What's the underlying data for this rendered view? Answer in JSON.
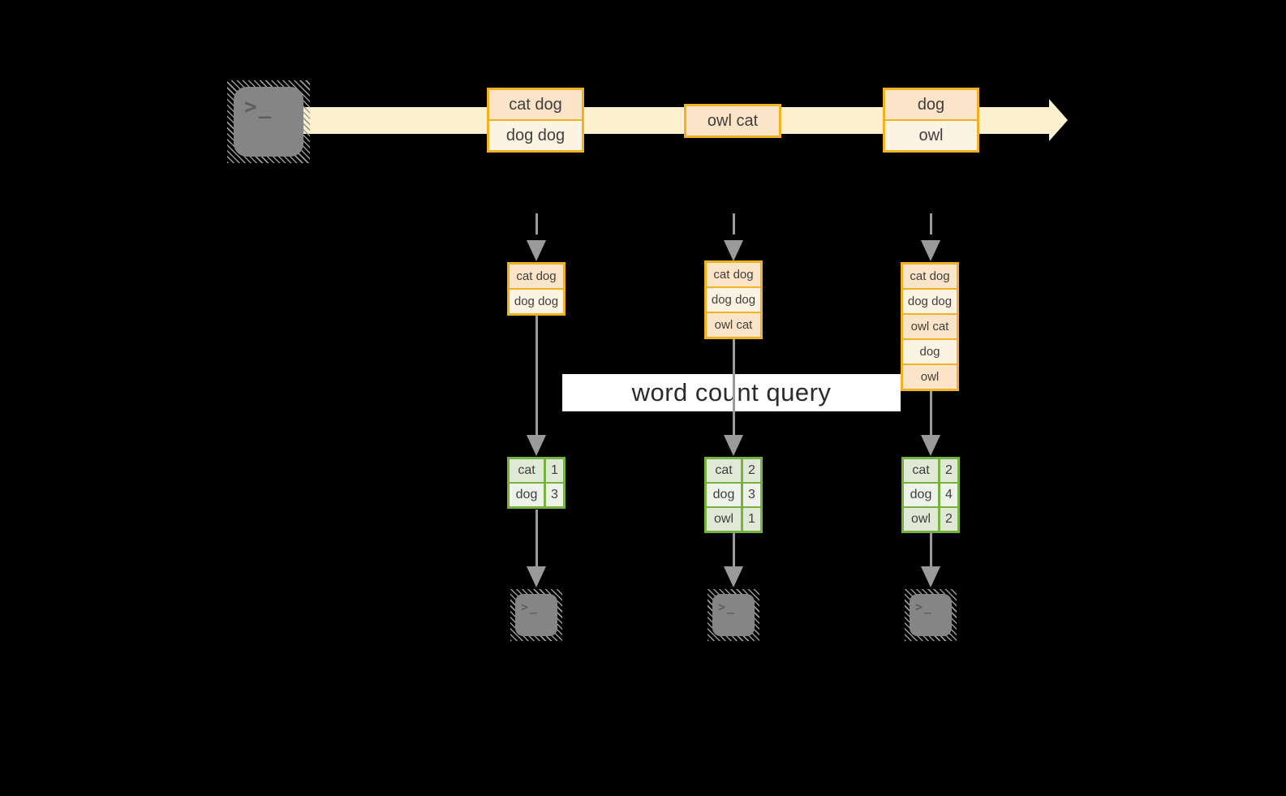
{
  "colors": {
    "background": "#000000",
    "stream_fill": "#fcf1cf",
    "box_border": "#f0b224",
    "box_fill_dark": "#fbe4c7",
    "box_fill_light": "#fdf3e3",
    "table_border": "#77b23f",
    "table_fill_dark": "#dfe9d6",
    "table_fill_light": "#eef3ea",
    "arrow": "#9a9a9a",
    "terminal_fill": "#858585",
    "query_band_bg": "#ffffff",
    "text": "#3f3f3f"
  },
  "stream": {
    "batches": [
      {
        "rows": [
          "cat dog",
          "dog dog"
        ]
      },
      {
        "rows": [
          "owl cat"
        ]
      },
      {
        "rows": [
          "dog",
          "owl"
        ]
      }
    ]
  },
  "query": {
    "label": "word count query"
  },
  "columns": [
    {
      "state_rows": [
        "cat dog",
        "dog dog"
      ],
      "counts": [
        {
          "word": "cat",
          "count": "1"
        },
        {
          "word": "dog",
          "count": "3"
        }
      ]
    },
    {
      "state_rows": [
        "cat dog",
        "dog dog",
        "owl cat"
      ],
      "counts": [
        {
          "word": "cat",
          "count": "2"
        },
        {
          "word": "dog",
          "count": "3"
        },
        {
          "word": "owl",
          "count": "1"
        }
      ]
    },
    {
      "state_rows": [
        "cat dog",
        "dog dog",
        "owl cat",
        "dog",
        "owl"
      ],
      "counts": [
        {
          "word": "cat",
          "count": "2"
        },
        {
          "word": "dog",
          "count": "4"
        },
        {
          "word": "owl",
          "count": "2"
        }
      ]
    }
  ],
  "terminal": {
    "glyph": ">_"
  }
}
